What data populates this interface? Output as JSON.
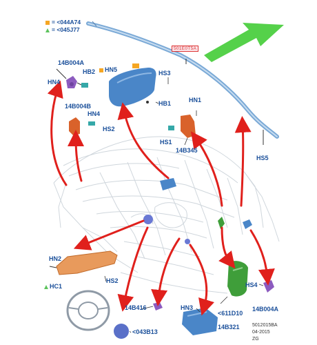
{
  "legend": {
    "square_label": "= <044A74",
    "triangle_label": "= <045J77",
    "square_color": "#f5a623",
    "triangle_color": "#5cc35c"
  },
  "callout": "501E0T5A",
  "labels": {
    "l_14b004a_top": "14B004A",
    "l_hb2": "HB2",
    "l_hn4_top": "HN4",
    "l_hn5": "HN5",
    "l_hs3": "HS3",
    "l_14b004b": "14B004B",
    "l_hn4_mid": "HN4",
    "l_hs2_mid": "HS2",
    "l_hb1": "HB1",
    "l_hn1": "HN1",
    "l_hs1": "HS1",
    "l_14b345": "14B345",
    "l_hs5": "HS5",
    "l_hn2": "HN2",
    "l_hc1": "HC1",
    "l_hs2_bot": "HS2",
    "l_hs4": "HS4",
    "l_14b004a_bot": "14B004A",
    "l_14b416": "14B416",
    "l_hn3": "HN3",
    "l_611d10": "<611D10",
    "l_043b13": "<043B13",
    "l_14b321": "14B321"
  },
  "footer": {
    "line1": "5012015BA",
    "line2": "04-2015",
    "line3": "ZG"
  },
  "colors": {
    "label_blue": "#1a4f9a",
    "arrow_red": "#e0201c",
    "airbag_blue": "#4a86c8",
    "sensor_orange": "#d9622b",
    "buckle_purple": "#8c5bbf",
    "airbag_green": "#3f9e3a",
    "big_arrow_green": "#55d14a"
  }
}
